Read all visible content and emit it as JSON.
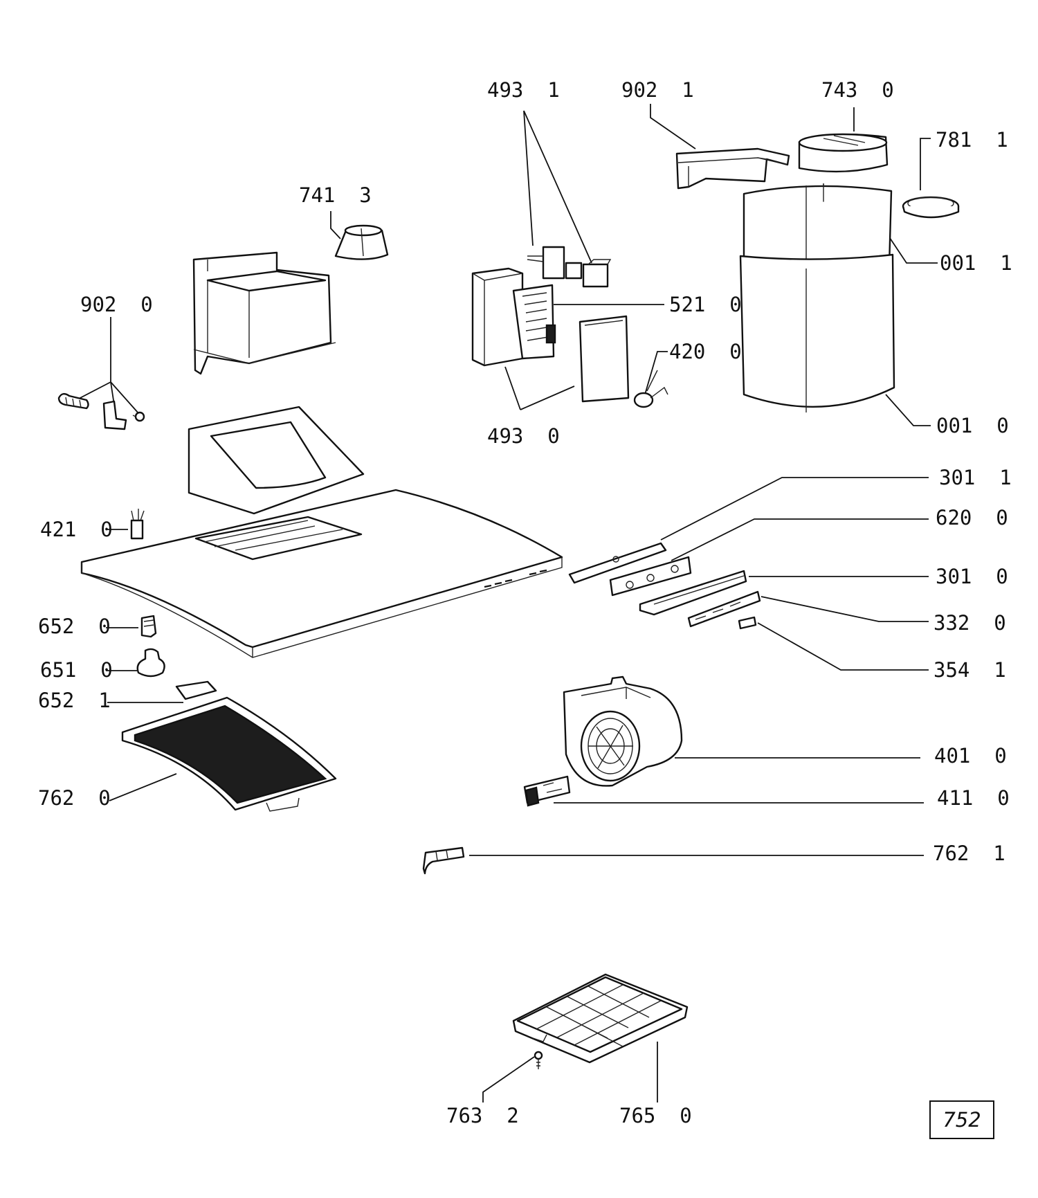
{
  "diagram": {
    "callouts": [
      {
        "id": "493-1",
        "text": "493  1"
      },
      {
        "id": "902-1",
        "text": "902  1"
      },
      {
        "id": "743-0",
        "text": "743  0"
      },
      {
        "id": "781-1",
        "text": "781  1"
      },
      {
        "id": "741-3",
        "text": "741  3"
      },
      {
        "id": "001-1",
        "text": "001  1"
      },
      {
        "id": "902-0",
        "text": "902  0"
      },
      {
        "id": "521-0",
        "text": "521  0"
      },
      {
        "id": "420-0",
        "text": "420  0"
      },
      {
        "id": "001-0",
        "text": "001  0"
      },
      {
        "id": "493-0",
        "text": "493  0"
      },
      {
        "id": "301-1",
        "text": "301  1"
      },
      {
        "id": "620-0",
        "text": "620  0"
      },
      {
        "id": "421-0",
        "text": "421  0"
      },
      {
        "id": "301-0",
        "text": "301  0"
      },
      {
        "id": "652-0",
        "text": "652  0"
      },
      {
        "id": "332-0",
        "text": "332  0"
      },
      {
        "id": "354-1",
        "text": "354  1"
      },
      {
        "id": "651-0",
        "text": "651  0"
      },
      {
        "id": "652-1",
        "text": "652  1"
      },
      {
        "id": "401-0",
        "text": "401  0"
      },
      {
        "id": "762-0",
        "text": "762  0"
      },
      {
        "id": "411-0",
        "text": "411  0"
      },
      {
        "id": "762-1",
        "text": "762  1"
      },
      {
        "id": "763-2",
        "text": "763  2"
      },
      {
        "id": "765-0",
        "text": "765  0"
      }
    ],
    "reference": "752"
  }
}
